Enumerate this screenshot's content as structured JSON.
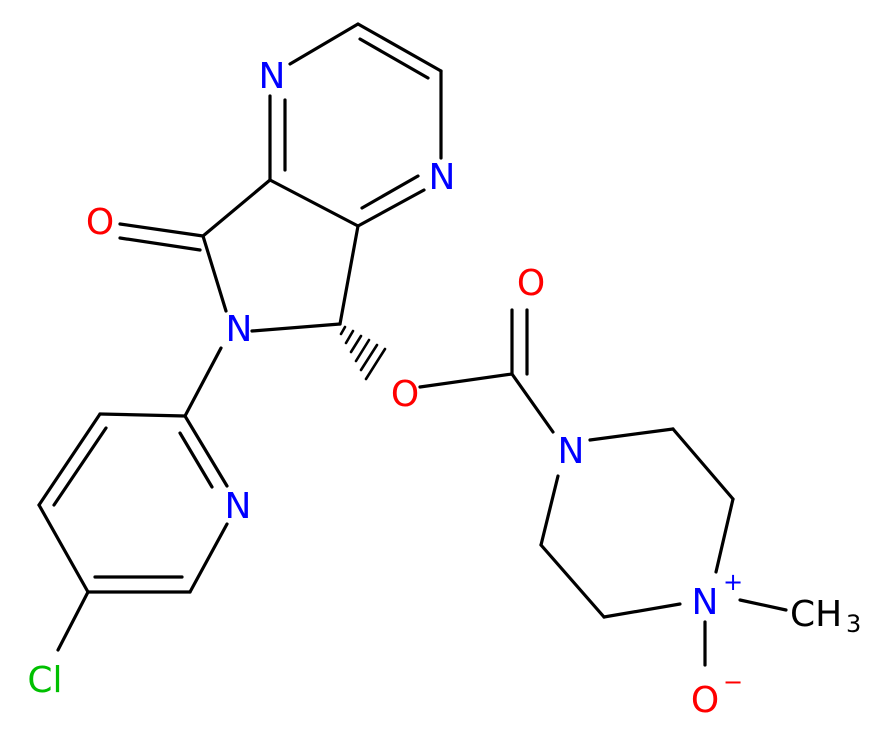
{
  "colors": {
    "bond": "#000000",
    "nitrogen": "#0000FF",
    "oxygen": "#FF0000",
    "chlorine": "#00C000",
    "carbon": "#000000"
  },
  "atoms": {
    "n_pyrazine_top": "N",
    "n_pyrazine_right": "N",
    "o_ketone": "O",
    "n_lactam": "N",
    "o_ester": "O",
    "o_carbonyl": "O",
    "n_piperazine": "N",
    "n_pyridine": "N",
    "n_oxide": "N",
    "n_oxide_charge": "+",
    "methyl": "CH",
    "methyl_subscript": "3",
    "o_oxide": "O",
    "o_oxide_charge": "−",
    "chlorine": "Cl"
  }
}
